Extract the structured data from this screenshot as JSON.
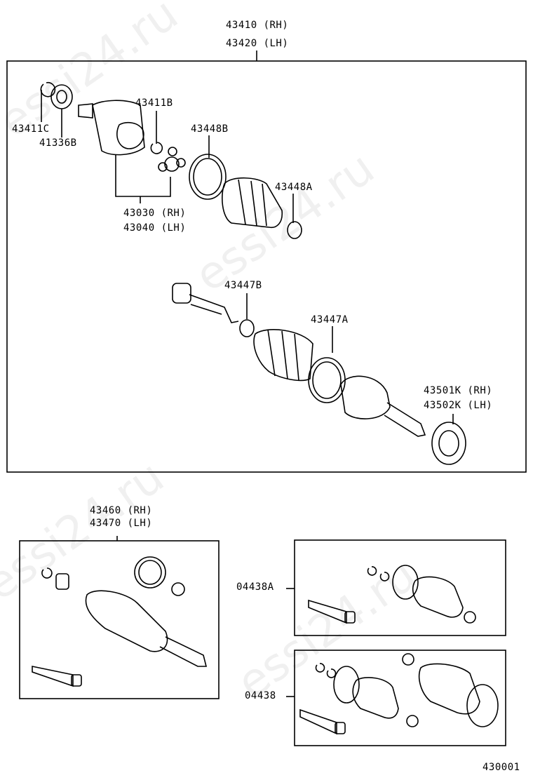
{
  "watermark": "essi24.ru",
  "labels": {
    "assy_rh": "43410 (RH)",
    "assy_lh": "43420 (LH)",
    "snap_ring_c": "43411C",
    "seal_41336b": "41336B",
    "snap_ring_b": "43411B",
    "clamp_43448b": "43448B",
    "clamp_43448a": "43448A",
    "inboard_rh": "43030 (RH)",
    "inboard_lh": "43040 (LH)",
    "clamp_43447b": "43447B",
    "clamp_43447a": "43447A",
    "seal_rh": "43501K (RH)",
    "seal_lh": "43502K (LH)",
    "outboard_rh": "43460 (RH)",
    "outboard_lh": "43470 (LH)",
    "boot_kit_04438a": "04438A",
    "boot_kit_04438": "04438",
    "diagram_code": "430001"
  }
}
